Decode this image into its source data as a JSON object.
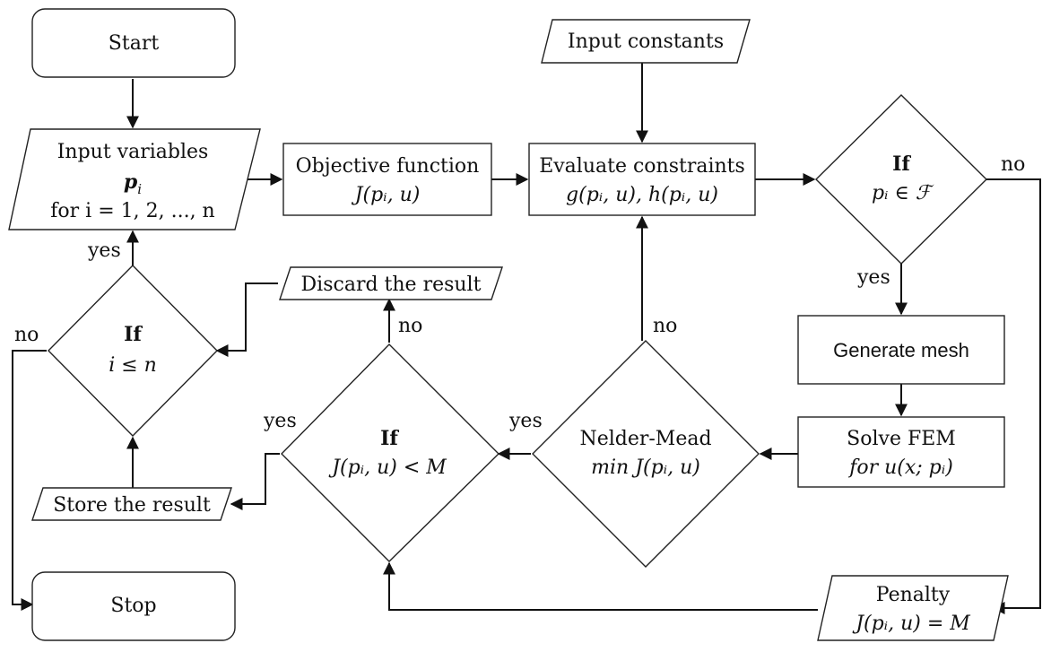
{
  "nodes": {
    "start": "Start",
    "input_constants": "Input constants",
    "input_variables": {
      "line1": "Input variables",
      "line2": "p",
      "line2_sub": "i",
      "line3": "for i = 1, 2, ..., n"
    },
    "objective": {
      "line1": "Objective function",
      "line2": "J(pᵢ, u)"
    },
    "evaluate": {
      "line1": "Evaluate constraints",
      "line2": "g(pᵢ, u), h(pᵢ, u)"
    },
    "if_feasible": {
      "line1": "If",
      "line2": "pᵢ ∈ ℱ"
    },
    "generate_mesh": "Generate mesh",
    "solve_fem": {
      "line1": "Solve FEM",
      "line2": "for u(x; pᵢ)"
    },
    "penalty": {
      "line1": "Penalty",
      "line2": "J(pᵢ, u) = M"
    },
    "nelder_mead": {
      "line1": "Nelder-Mead",
      "line2": "min J(pᵢ, u)"
    },
    "if_less_m": {
      "line1": "If",
      "line2": "J(pᵢ, u) < M"
    },
    "discard": "Discard the result",
    "store": "Store the result",
    "if_i_le_n": {
      "line1": "If",
      "line2": "i ≤ n"
    },
    "stop": "Stop"
  },
  "edge_labels": {
    "feasible_no": "no",
    "feasible_yes": "yes",
    "nelder_no": "no",
    "nelder_yes": "yes",
    "lessm_no": "no",
    "lessm_yes": "yes",
    "ile_yes": "yes",
    "ile_no": "no"
  }
}
